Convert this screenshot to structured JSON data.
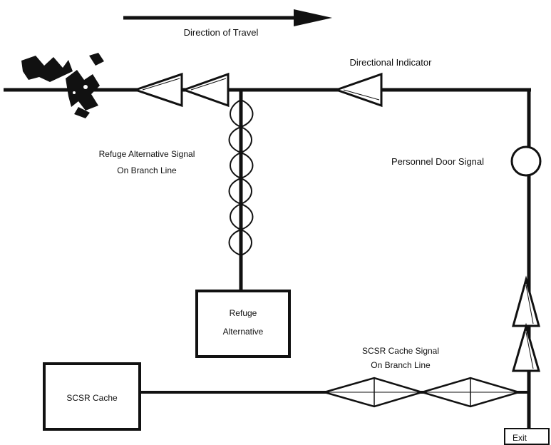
{
  "diagram": {
    "direction_label": "Direction of Travel",
    "directional_indicator_label": "Directional Indicator",
    "personnel_door_signal_label": "Personnel Door Signal",
    "refuge_alt_signal_label": [
      "Refuge Alternative Signal",
      "On Branch Line"
    ],
    "refuge_alternative_box": [
      "Refuge",
      "Alternative"
    ],
    "scsr_cache_signal_label": [
      "SCSR Cache Signal",
      "On Branch Line"
    ],
    "scsr_cache_box": "SCSR Cache",
    "exit_label": "Exit"
  },
  "colors": {
    "line": "#111111",
    "background": "#ffffff"
  }
}
